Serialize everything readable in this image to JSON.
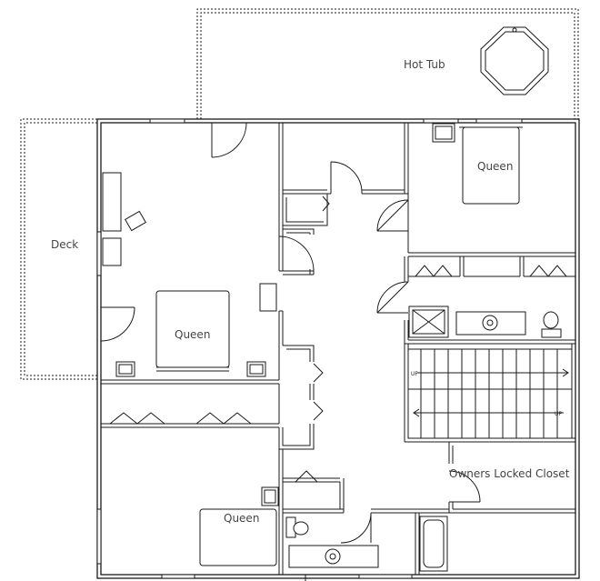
{
  "labels": {
    "hot_tub": "Hot Tub",
    "deck": "Deck",
    "bed_top_right": "Queen",
    "bed_master": "Queen",
    "bed_bottom_left": "Queen",
    "owners_closet": "Owners Locked Closet",
    "stair_up_upper": "UP",
    "stair_up_lower": "UP"
  }
}
